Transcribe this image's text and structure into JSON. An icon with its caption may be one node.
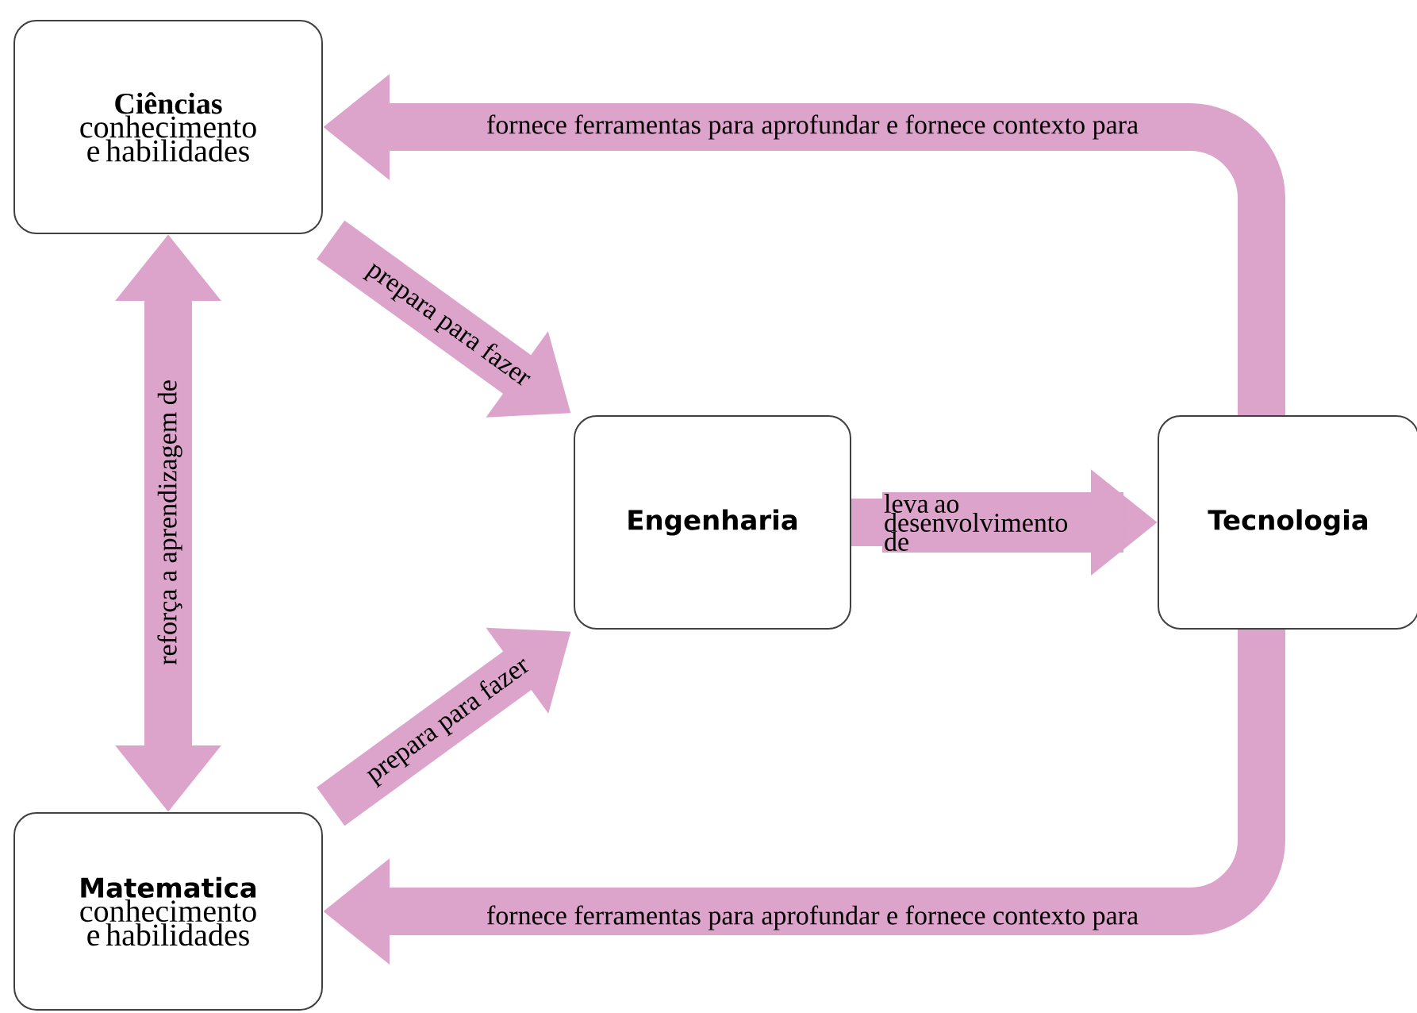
{
  "diagram": {
    "nodes": [
      {
        "text": [
          "Ciências",
          "conhecimento e habilidades"
        ]
      },
      {
        "text": [
          "Matematica",
          "conhecimento e habilidades"
        ]
      },
      {
        "text": [
          "Engenharia"
        ]
      },
      {
        "text": [
          "Tecnologia"
        ]
      }
    ],
    "edges": [
      {
        "from": 0,
        "to": 2,
        "arrow": "to",
        "label": "prepara para fazer"
      },
      {
        "from": 1,
        "to": 2,
        "arrow": "to",
        "label": "prepara para fazer"
      },
      {
        "from": 0,
        "to": 1,
        "arrow": "both",
        "label": "reforça a aprendizagem de"
      },
      {
        "from": 2,
        "to": 3,
        "arrow": "to",
        "label": "leva ao desenvolvimento de"
      },
      {
        "from": 3,
        "to": 0,
        "arrow": "to",
        "label": "fornece ferramentas para aprofundar e fornece contexto para"
      },
      {
        "from": 3,
        "to": 1,
        "arrow": "to",
        "label": "fornece ferramentas para aprofundar e fornece contexto para"
      }
    ]
  }
}
